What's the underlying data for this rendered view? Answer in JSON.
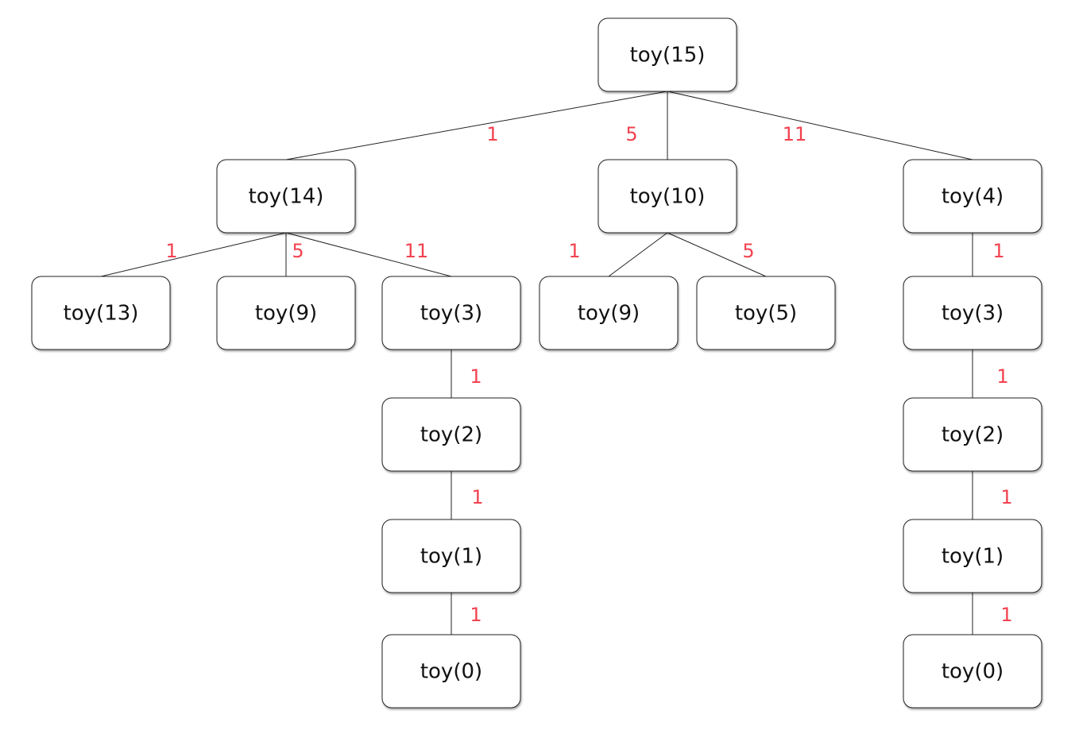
{
  "diagram": {
    "type": "tree",
    "edge_weight_color": "#f2424f",
    "nodes": [
      {
        "id": "n15",
        "label": "toy(15)"
      },
      {
        "id": "n14",
        "label": "toy(14)"
      },
      {
        "id": "n10",
        "label": "toy(10)"
      },
      {
        "id": "n4",
        "label": "toy(4)"
      },
      {
        "id": "n14_13",
        "label": "toy(13)"
      },
      {
        "id": "n14_9",
        "label": "toy(9)"
      },
      {
        "id": "n14_3",
        "label": "toy(3)"
      },
      {
        "id": "n10_9",
        "label": "toy(9)"
      },
      {
        "id": "n10_5",
        "label": "toy(5)"
      },
      {
        "id": "n4_3",
        "label": "toy(3)"
      },
      {
        "id": "n14_3_2",
        "label": "toy(2)"
      },
      {
        "id": "n4_3_2",
        "label": "toy(2)"
      },
      {
        "id": "n14_3_2_1",
        "label": "toy(1)"
      },
      {
        "id": "n4_3_2_1",
        "label": "toy(1)"
      },
      {
        "id": "n14_3_2_1_0",
        "label": "toy(0)"
      },
      {
        "id": "n4_3_2_1_0",
        "label": "toy(0)"
      }
    ],
    "edges": [
      {
        "from": "n15",
        "to": "n14",
        "weight": "1"
      },
      {
        "from": "n15",
        "to": "n10",
        "weight": "5"
      },
      {
        "from": "n15",
        "to": "n4",
        "weight": "11"
      },
      {
        "from": "n14",
        "to": "n14_13",
        "weight": "1"
      },
      {
        "from": "n14",
        "to": "n14_9",
        "weight": "5"
      },
      {
        "from": "n14",
        "to": "n14_3",
        "weight": "11"
      },
      {
        "from": "n10",
        "to": "n10_9",
        "weight": "1"
      },
      {
        "from": "n10",
        "to": "n10_5",
        "weight": "5"
      },
      {
        "from": "n4",
        "to": "n4_3",
        "weight": "1"
      },
      {
        "from": "n14_3",
        "to": "n14_3_2",
        "weight": "1"
      },
      {
        "from": "n14_3_2",
        "to": "n14_3_2_1",
        "weight": "1"
      },
      {
        "from": "n14_3_2_1",
        "to": "n14_3_2_1_0",
        "weight": "1"
      },
      {
        "from": "n4_3",
        "to": "n4_3_2",
        "weight": "1"
      },
      {
        "from": "n4_3_2",
        "to": "n4_3_2_1",
        "weight": "1"
      },
      {
        "from": "n4_3_2_1",
        "to": "n4_3_2_1_0",
        "weight": "1"
      }
    ]
  }
}
